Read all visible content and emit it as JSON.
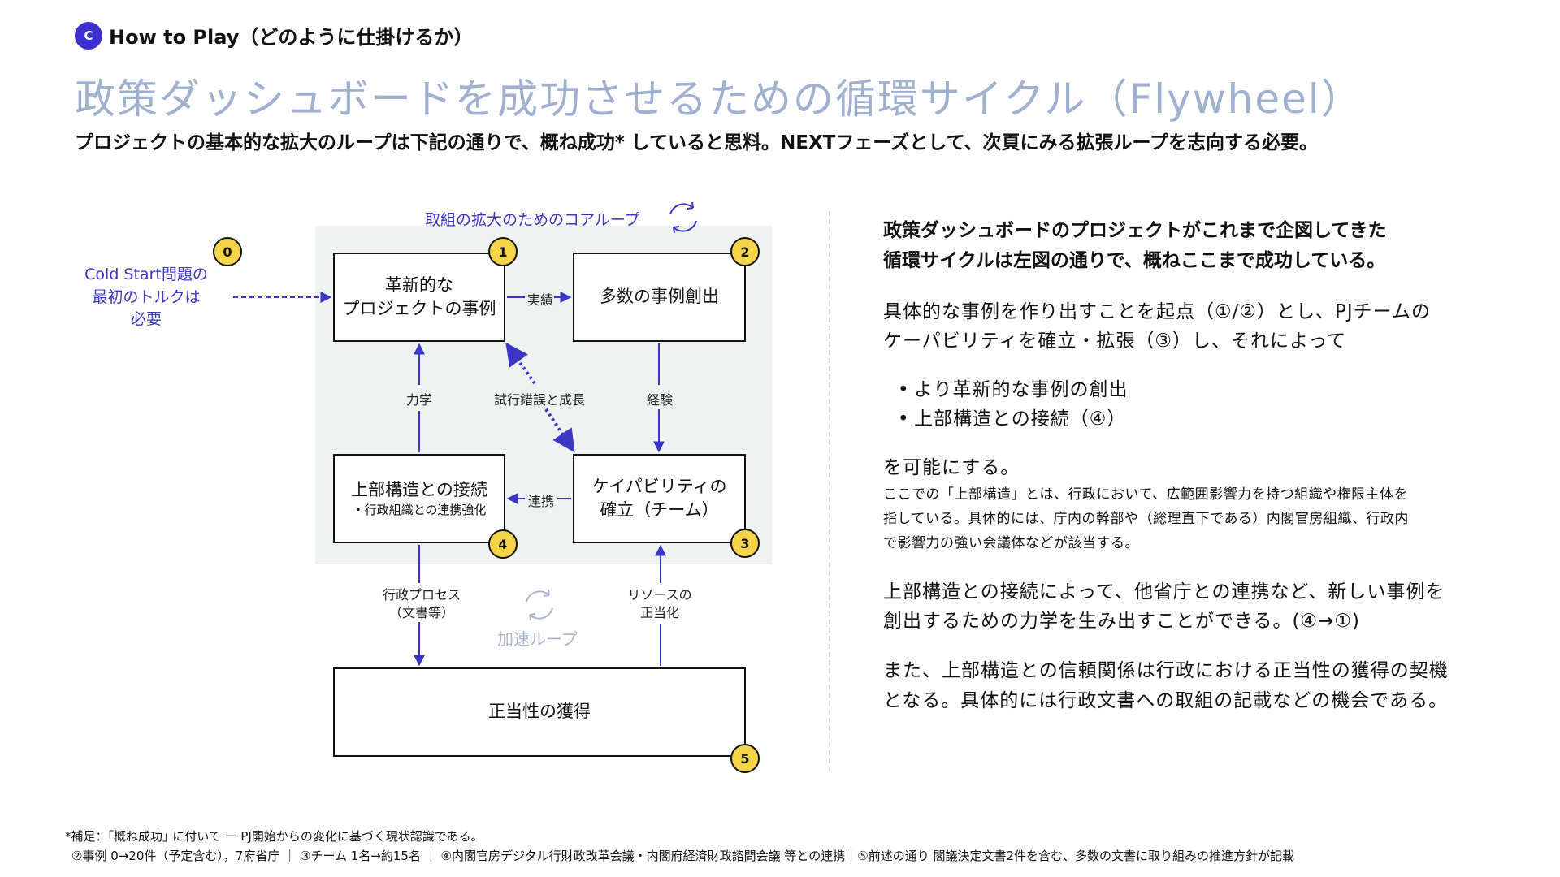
{
  "header": {
    "badge": "C",
    "section": "How to Play（どのように仕掛けるか）",
    "title": "政策ダッシュボードを成功させるための循環サイクル（Flywheel）",
    "subtitle": "プロジェクトの基本的な拡大のループは下記の通りで、概ね成功* していると思料。NEXTフェーズとして、次頁にみる拡張ループを志向する必要。"
  },
  "diagram": {
    "core_loop_title": "取組の拡大のためのコアループ",
    "accel_loop_title": "加速ループ",
    "cold_start": [
      "Cold Start問題の",
      "最初のトルクは",
      "必要"
    ],
    "nodes": {
      "n0": {
        "num": "0"
      },
      "n1": {
        "num": "1",
        "line1": "革新的な",
        "line2": "プロジェクトの事例"
      },
      "n2": {
        "num": "2",
        "label": "多数の事例創出"
      },
      "n3": {
        "num": "3",
        "line1": "ケイパビリティの",
        "line2": "確立（チーム）"
      },
      "n4": {
        "num": "4",
        "line1": "上部構造との接続",
        "sub": "・行政組織との連携強化"
      },
      "n5": {
        "num": "5",
        "label": "正当性の獲得"
      }
    },
    "edges": {
      "jisseki": "実績",
      "keiken": "経験",
      "renkei": "連携",
      "rikigaku": "力学",
      "shiko": "試行錯誤と成長",
      "process_line1": "行政プロセス",
      "process_line2": "（文書等）",
      "resource_line1": "リソースの",
      "resource_line2": "正当化"
    },
    "colors": {
      "accent": "#3b36c4",
      "badge": "#f6d44a",
      "core_bg": "#eef2f1",
      "title": "#9fb1cf"
    },
    "icons": [
      "cycle-icon"
    ]
  },
  "right": {
    "lead1": "政策ダッシュボードのプロジェクトがこれまで企図してきた",
    "lead2": "循環サイクルは左図の通りで、概ねここまで成功している。",
    "p1_line1": "具体的な事例を作り出すことを起点（①/②）とし、PJチームの",
    "p1_line2": "ケーパビリティを確立・拡張（③）し、それによって",
    "bullet1": "より革新的な事例の創出",
    "bullet2": "上部構造との接続（④）",
    "p2": "を可能にする。",
    "note1": "ここでの「上部構造」とは、行政において、広範囲影響力を持つ組織や権限主体を",
    "note2": "指している。具体的には、庁内の幹部や（総理直下である）内閣官房組織、行政内",
    "note3": "で影響力の強い会議体などが該当する。",
    "p3_line1": "上部構造との接続によって、他省庁との連携など、新しい事例を",
    "p3_line2": "創出するための力学を生み出すことができる。(④→①)",
    "p4_line1": "また、上部構造との信頼関係は行政における正当性の獲得の契機",
    "p4_line2": "となる。具体的には行政文書への取組の記載などの機会である。"
  },
  "footnote": {
    "line1": "*補足：｢概ね成功｣ に付いて ー PJ開始からの変化に基づく現状認識である。",
    "line2": "②事例 0→20件（予定含む），7府省庁 ｜ ③チーム 1名→約15名 ｜ ④内閣官房デジタル行財政改革会議・内閣府経済財政諮問会議 等との連携｜⑤前述の通り 閣議決定文書2件を含む、多数の文書に取り組みの推進方針が記載"
  }
}
